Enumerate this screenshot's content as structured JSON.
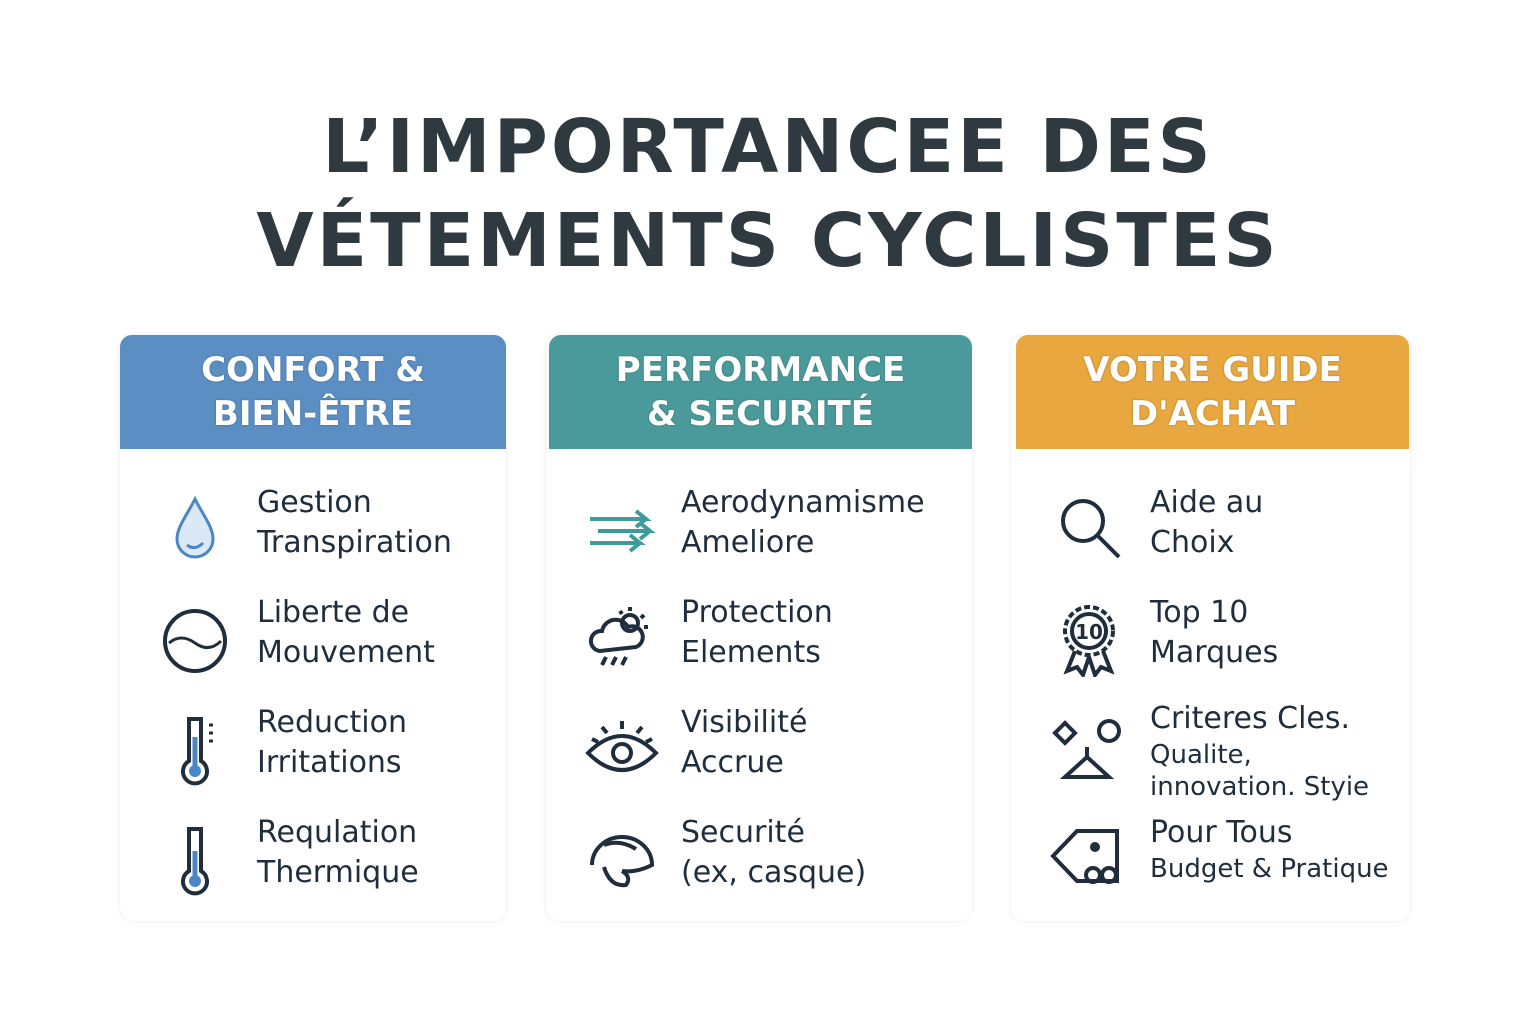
{
  "title": {
    "line1": "L’IMPORTANCEE DES",
    "line2": "VÉTEMENTS CYCLISTES"
  },
  "colors": {
    "blue": "#5b8fc4",
    "teal": "#4b9a9b",
    "orange": "#e8a73f",
    "text": "#1f2d3d"
  },
  "columns": [
    {
      "header1": "CONFORT &",
      "header2": "BIEN-ÊTRE",
      "items": [
        {
          "icon": "water-drop-icon",
          "l1": "Gestion",
          "l2": "Transpiration"
        },
        {
          "icon": "stretch-circle-icon",
          "l1": "Liberte de",
          "l2": "Mouvement"
        },
        {
          "icon": "thermometer-icon",
          "l1": "Reduction",
          "l2": "Irritations"
        },
        {
          "icon": "thermometer-icon",
          "l1": "Requlation",
          "l2": "Thermique"
        }
      ]
    },
    {
      "header1": "PERFORMANCE",
      "header2": "& SECURITÉ",
      "items": [
        {
          "icon": "wind-arrows-icon",
          "l1": "Aerodynamisme",
          "l2": "Ameliore"
        },
        {
          "icon": "storm-sun-icon",
          "l1": "Protection",
          "l2": "Elements"
        },
        {
          "icon": "eye-icon",
          "l1": "Visibilité",
          "l2": "Accrue"
        },
        {
          "icon": "helmet-icon",
          "l1": "Securité",
          "l2": "(ex, casque)"
        }
      ]
    },
    {
      "header1": "VOTRE GUIDE",
      "header2": "D'ACHAT",
      "items": [
        {
          "icon": "search-icon",
          "l1": "Aide au",
          "l2": "Choix"
        },
        {
          "icon": "award-badge-icon",
          "l1": "Top 10",
          "l2": "Marques",
          "badge": "10"
        },
        {
          "icon": "shapes-hanger-icon",
          "l1": "Criteres Cles.",
          "s1": "Qualite,",
          "s2": "innovation. Styie"
        },
        {
          "icon": "price-tag-icon",
          "l1": "Pour Tous",
          "s1": "Budget & Pratique"
        }
      ]
    }
  ]
}
